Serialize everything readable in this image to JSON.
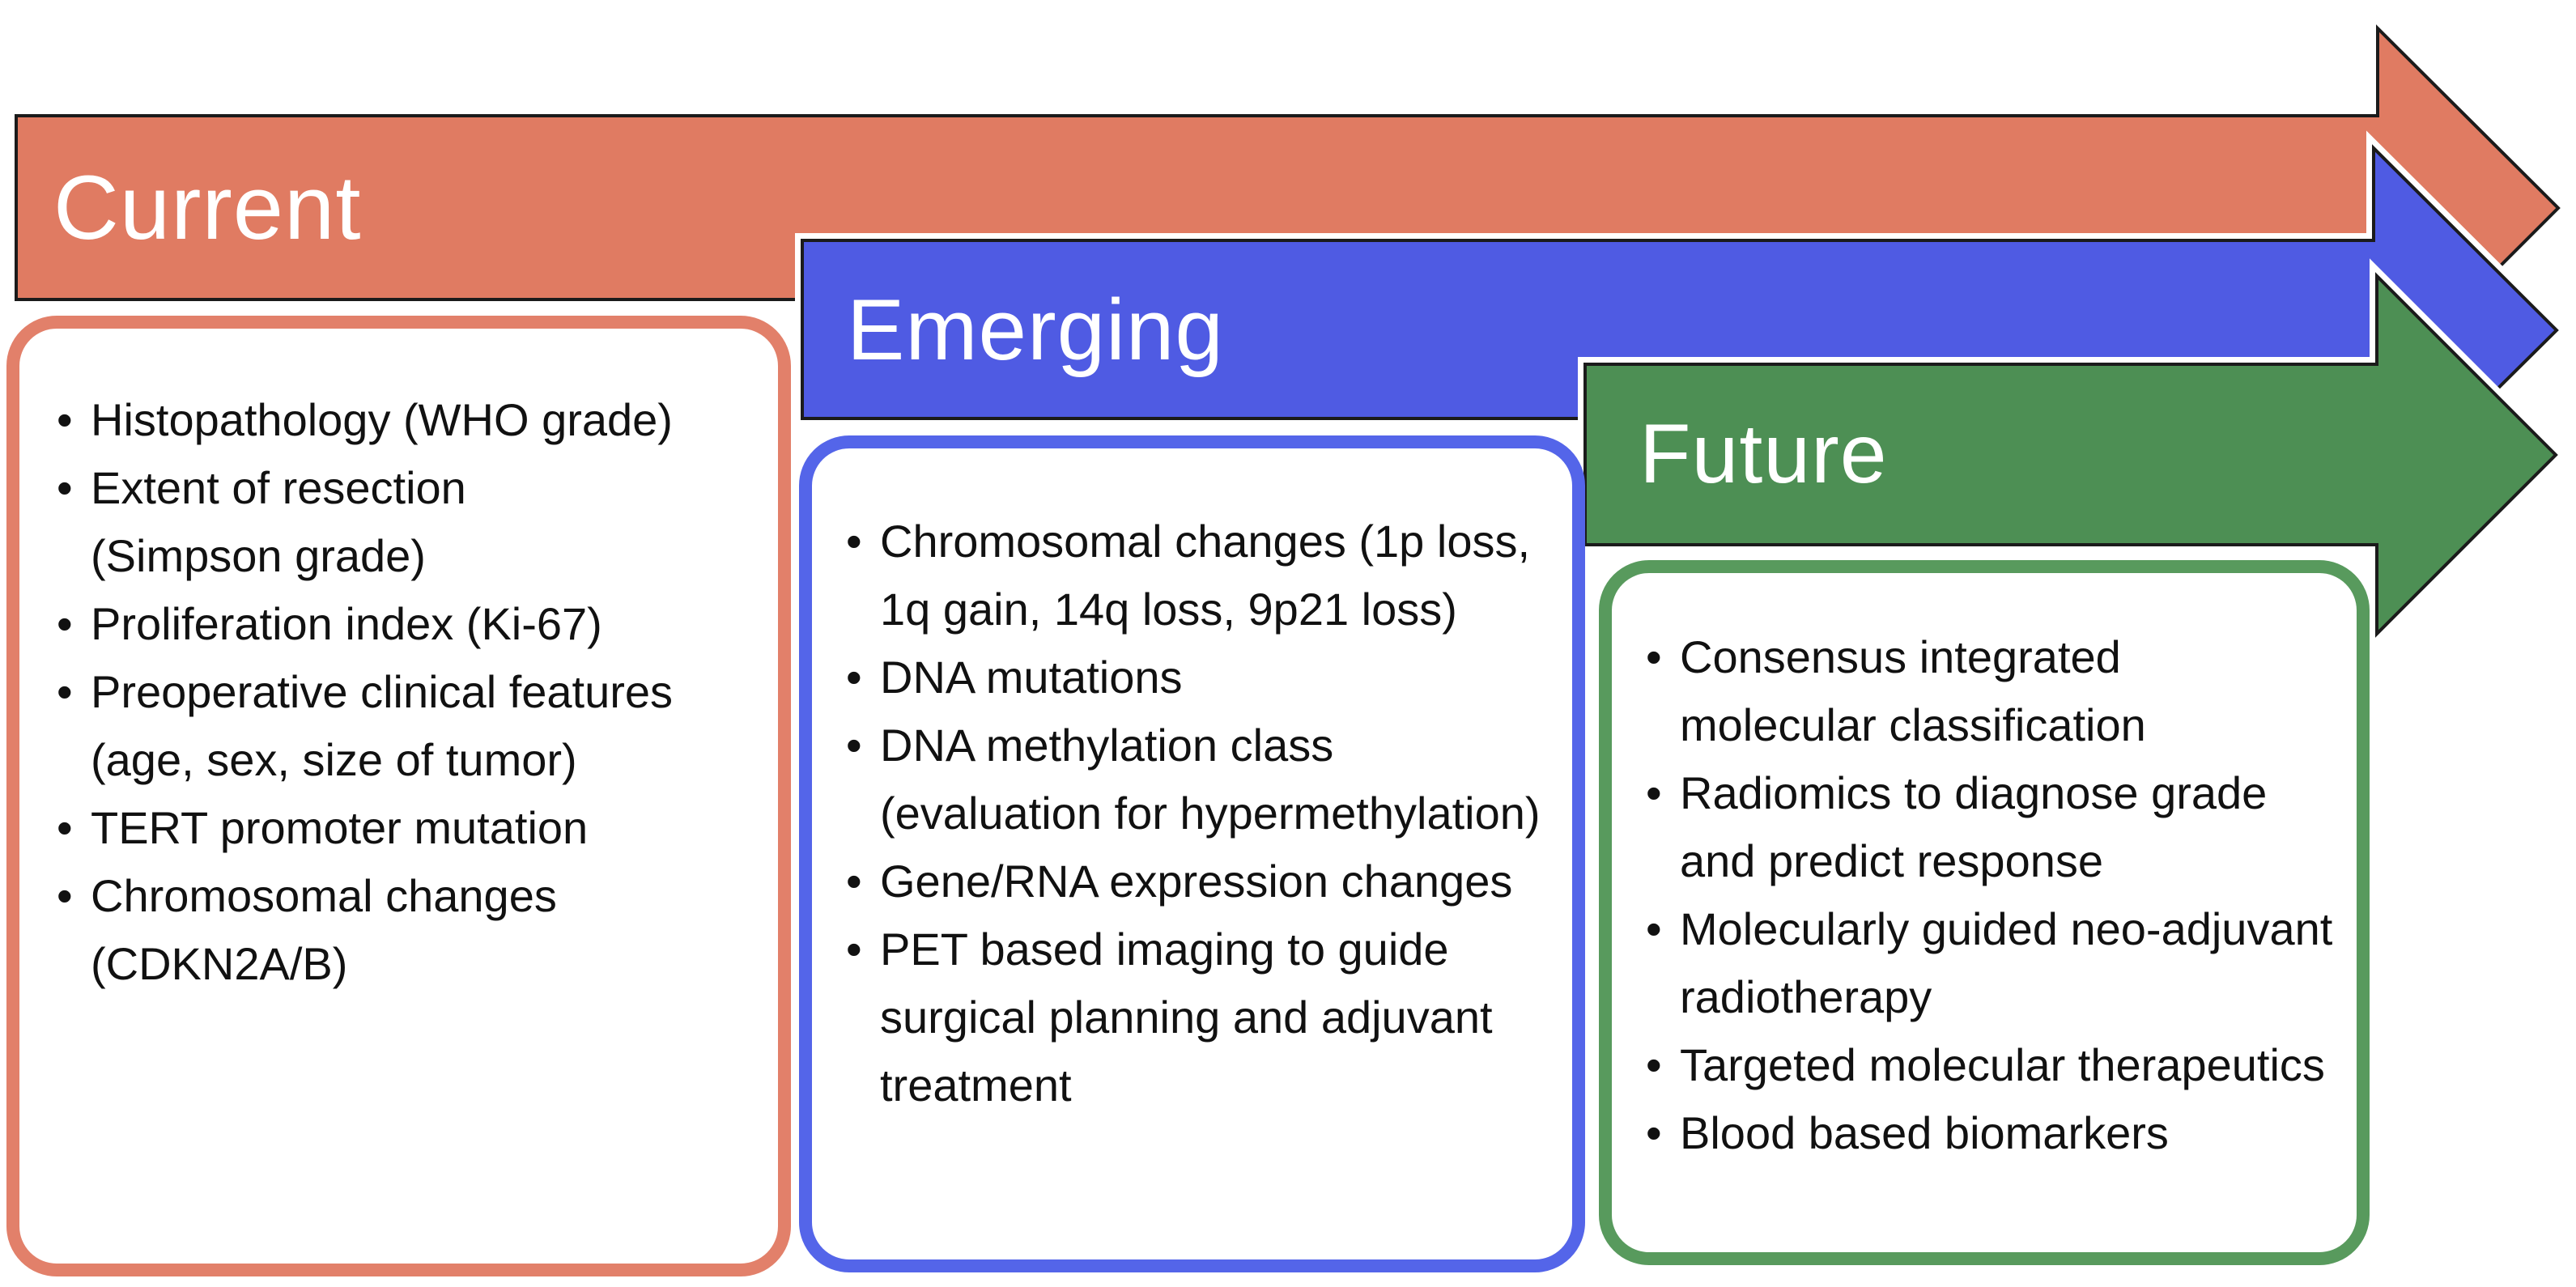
{
  "figure": {
    "background_color": "#ffffff",
    "outline_color": "#1b1b1b",
    "label_text_color": "#ffffff",
    "body_text_color": "#111111",
    "stages": [
      {
        "id": "current",
        "label": "Current",
        "arrow_color": "#E07B62",
        "box_border_color": "#E2806A",
        "items": [
          {
            "lines": [
              "Histopathology (WHO grade)"
            ]
          },
          {
            "lines": [
              "Extent of resection",
              "(Simpson grade)"
            ]
          },
          {
            "lines": [
              "Proliferation index (Ki-67)"
            ]
          },
          {
            "lines": [
              "Preoperative clinical features",
              "(age, sex, size of tumor)"
            ]
          },
          {
            "lines": [
              "TERT promoter mutation"
            ]
          },
          {
            "lines": [
              "Chromosomal changes",
              "(CDKN2A/B)"
            ]
          }
        ]
      },
      {
        "id": "emerging",
        "label": "Emerging",
        "arrow_color": "#4F5BE3",
        "box_border_color": "#5465E9",
        "items": [
          {
            "lines": [
              "Chromosomal changes (1p loss,",
              "1q gain, 14q loss, 9p21 loss)"
            ]
          },
          {
            "lines": [
              "DNA mutations"
            ]
          },
          {
            "lines": [
              "DNA methylation class",
              "(evaluation for hypermethylation)"
            ]
          },
          {
            "lines": [
              "Gene/RNA expression changes"
            ]
          },
          {
            "lines": [
              "PET based imaging to guide",
              "surgical planning and adjuvant",
              "treatment"
            ]
          }
        ]
      },
      {
        "id": "future",
        "label": "Future",
        "arrow_color": "#4D8F54",
        "box_border_color": "#589A5D",
        "items": [
          {
            "lines": [
              "Consensus integrated",
              "molecular classification"
            ]
          },
          {
            "lines": [
              "Radiomics to diagnose grade",
              "and predict response"
            ]
          },
          {
            "lines": [
              "Molecularly guided neo-adjuvant",
              "radiotherapy"
            ]
          },
          {
            "lines": [
              "Targeted molecular therapeutics"
            ]
          },
          {
            "lines": [
              "Blood based biomarkers"
            ]
          }
        ]
      }
    ]
  }
}
